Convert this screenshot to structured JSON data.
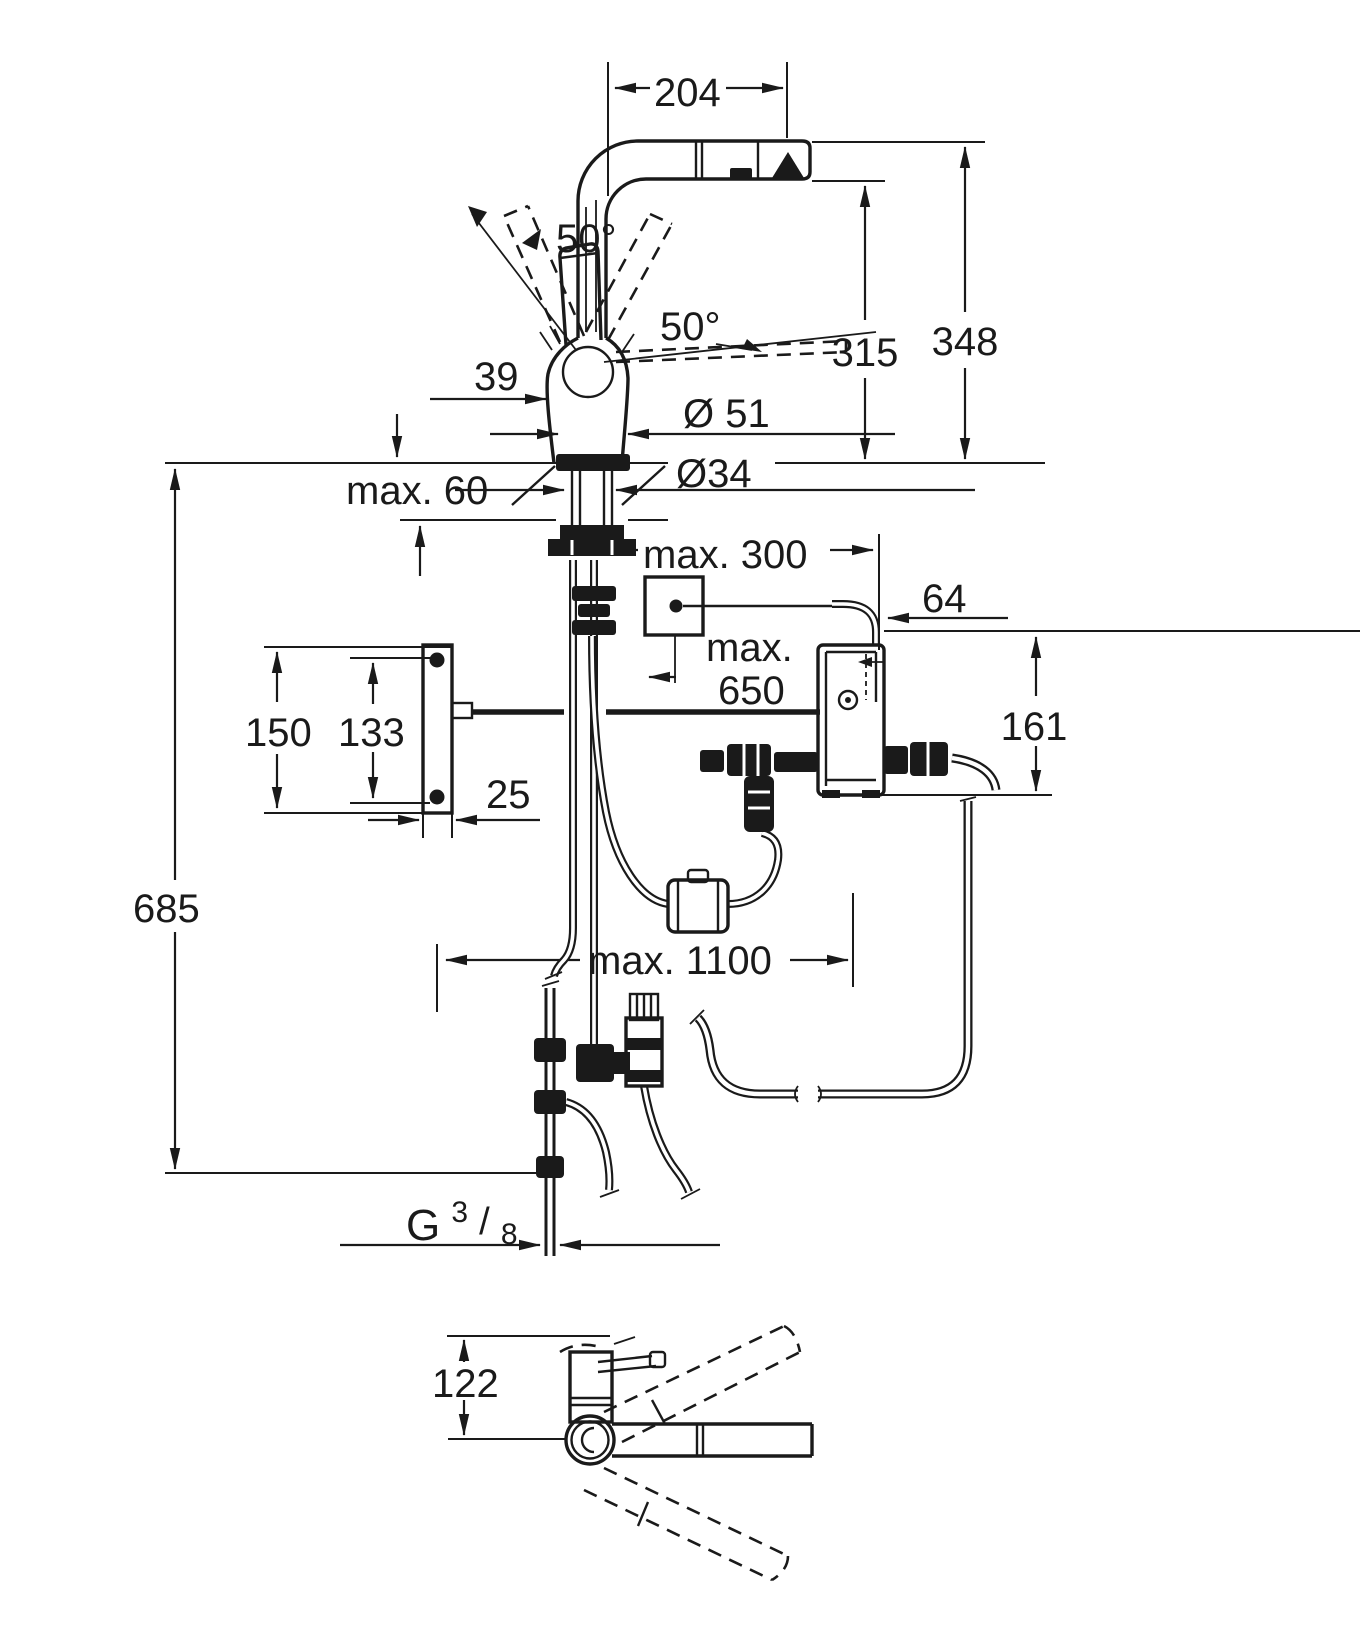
{
  "colors": {
    "ink": "#1a1a1a",
    "background": "#ffffff"
  },
  "dims": {
    "spout_reach": "204",
    "lever_angle_left": "50°",
    "lever_angle_right": "50°",
    "outlet_height": "315",
    "total_height": "348",
    "lever_offset": "39",
    "body_dia": "Ø 51",
    "hole_dia": "Ø34",
    "deck_thickness": "max. 60",
    "puck_distance": "max. 300",
    "box_width": "64",
    "cable_max_word": "max.",
    "cable_max_value": "650",
    "bracket_outer": "150",
    "bracket_inner": "133",
    "box_height": "161",
    "bracket_width": "25",
    "below_deck_height": "685",
    "hose_reach": "max. 1100",
    "thread_prefix": "G",
    "thread_numerator": "3",
    "thread_slash": "/",
    "thread_denominator": "8",
    "side_view_height": "122"
  }
}
